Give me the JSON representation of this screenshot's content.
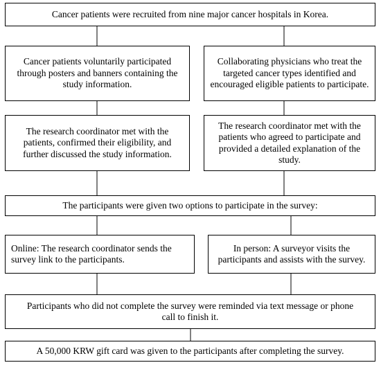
{
  "flowchart": {
    "step1": "Cancer patients were recruited from nine major cancer hospitals in Korea.",
    "left_path": {
      "recruit": "Cancer patients voluntarily participated through posters and banners containing the study information.",
      "meeting": "The research coordinator met with the patients, confirmed their eligibility, and further discussed the study information."
    },
    "right_path": {
      "recruit": "Collaborating physicians who treat the targeted cancer types identified and encouraged eligible patients to participate.",
      "meeting": "The research coordinator met with the patients who agreed to participate and provided a detailed explanation of the study."
    },
    "options": "The participants were given two options to participate in the survey:",
    "online": "Online: The research coordinator sends the survey link to the participants.",
    "in_person": "In person: A surveyor visits the participants and assists with the survey.",
    "reminder": "Participants who did not complete the survey were reminded via text message or phone call to finish it.",
    "gift": "A 50,000 KRW gift card was given to the participants after completing the survey."
  }
}
